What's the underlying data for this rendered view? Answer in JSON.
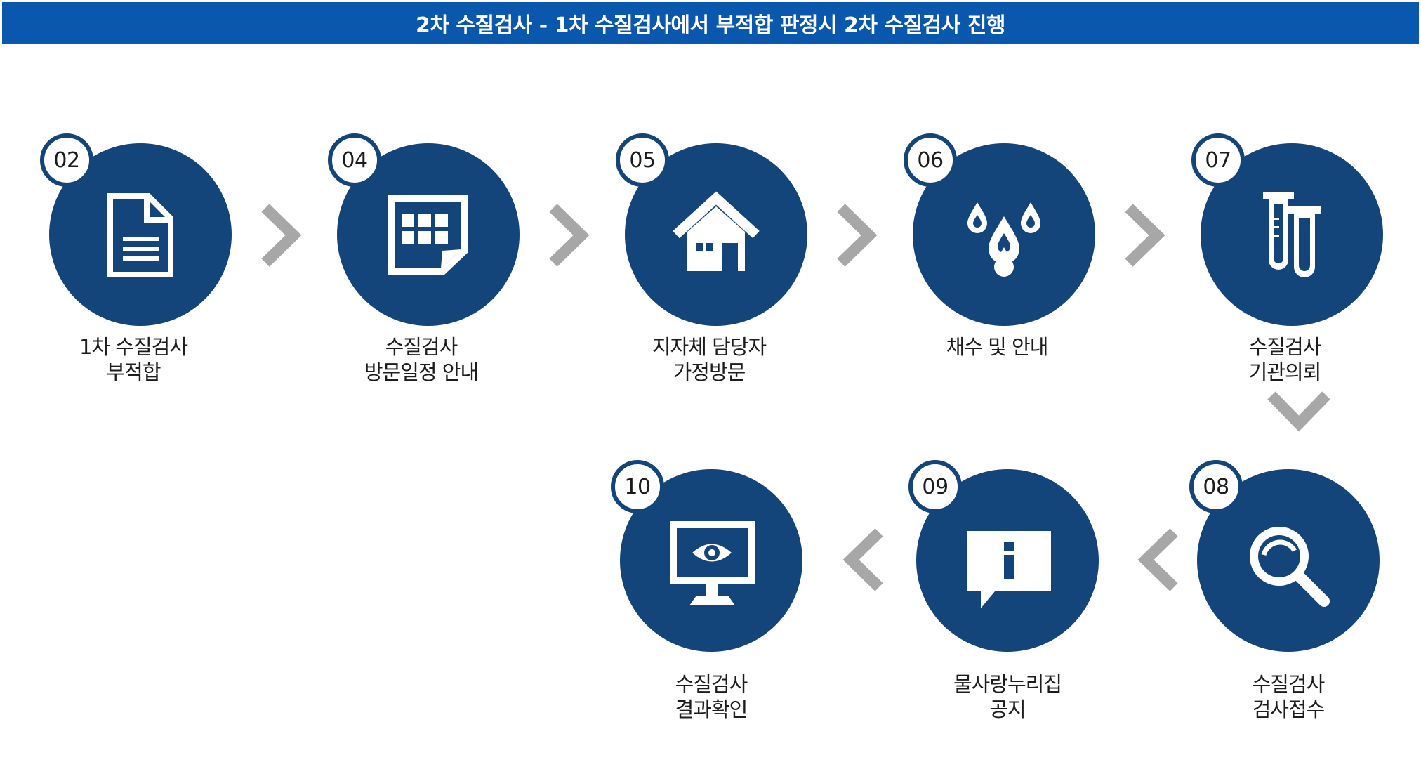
{
  "header": {
    "title": "2차 수질검사 - 1차 수질검사에서 부적합 판정시 2차 수질검사 진행"
  },
  "colors": {
    "banner": "#0a58ad",
    "circle": "#14457a",
    "arrow": "#a7a7a7",
    "text": "#1c1c1c"
  },
  "steps": [
    {
      "number": "02",
      "line1": "1차 수질검사",
      "line2": "부적합",
      "icon": "document-icon"
    },
    {
      "number": "04",
      "line1": "수질검사",
      "line2": "방문일정 안내",
      "icon": "calendar-icon"
    },
    {
      "number": "05",
      "line1": "지자체 담당자",
      "line2": "가정방문",
      "icon": "house-icon"
    },
    {
      "number": "06",
      "line1": "채수 및 안내",
      "line2": "",
      "icon": "water-drops-icon"
    },
    {
      "number": "07",
      "line1": "수질검사",
      "line2": "기관의뢰",
      "icon": "test-tubes-icon"
    },
    {
      "number": "08",
      "line1": "수질검사",
      "line2": "검사접수",
      "icon": "magnifier-icon"
    },
    {
      "number": "09",
      "line1": "물사랑누리집",
      "line2": "공지",
      "icon": "info-bubble-icon"
    },
    {
      "number": "10",
      "line1": "수질검사",
      "line2": "결과확인",
      "icon": "monitor-eye-icon"
    }
  ]
}
